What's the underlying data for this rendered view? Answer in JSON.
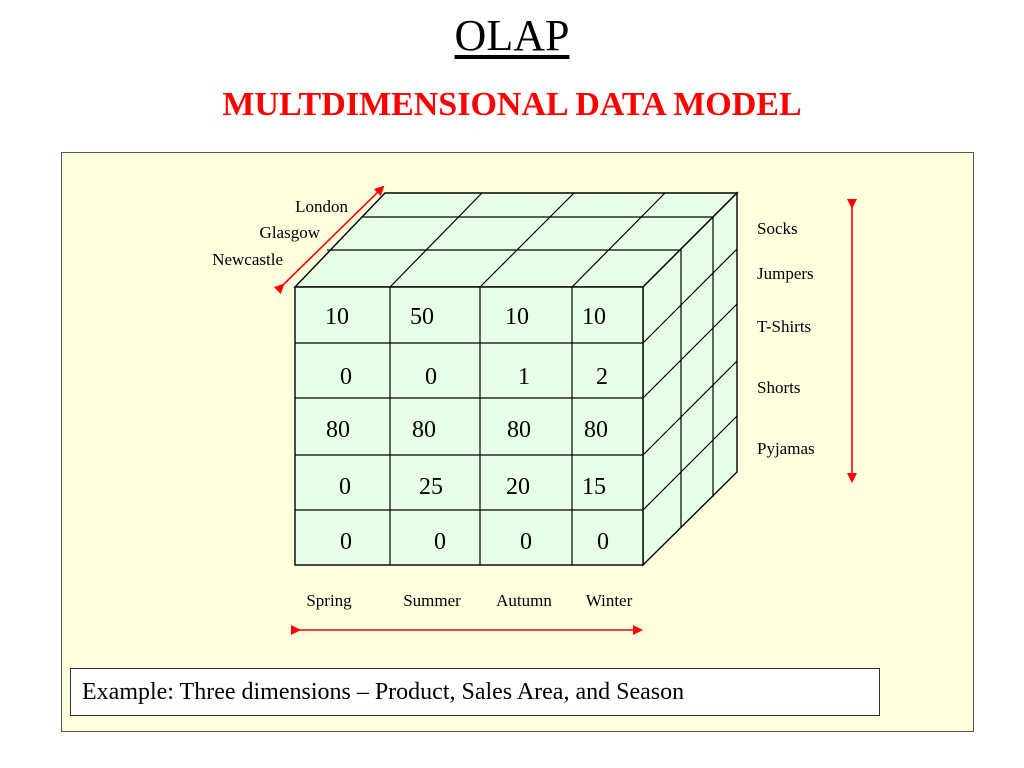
{
  "title": "OLAP",
  "subtitle": "MULTDIMENSIONAL DATA MODEL",
  "colors": {
    "subtitle": "#ff0000",
    "arrows": "#ff0000",
    "panel_bg": "#ffffe0",
    "cube_face": "#e6ffe6"
  },
  "areas": [
    "London",
    "Glasgow",
    "Newcastle"
  ],
  "products": [
    "Socks",
    "Jumpers",
    "T-Shirts",
    "Shorts",
    "Pyjamas"
  ],
  "seasons": [
    "Spring",
    "Summer",
    "Autumn",
    "Winter"
  ],
  "values": [
    [
      "10",
      "50",
      "10",
      "10"
    ],
    [
      "0",
      "0",
      "1",
      "2"
    ],
    [
      "80",
      "80",
      "80",
      "80"
    ],
    [
      "0",
      "25",
      "20",
      "15"
    ],
    [
      "0",
      "0",
      "0",
      "0"
    ]
  ],
  "example": "Example: Three dimensions – Product, Sales Area, and Season"
}
